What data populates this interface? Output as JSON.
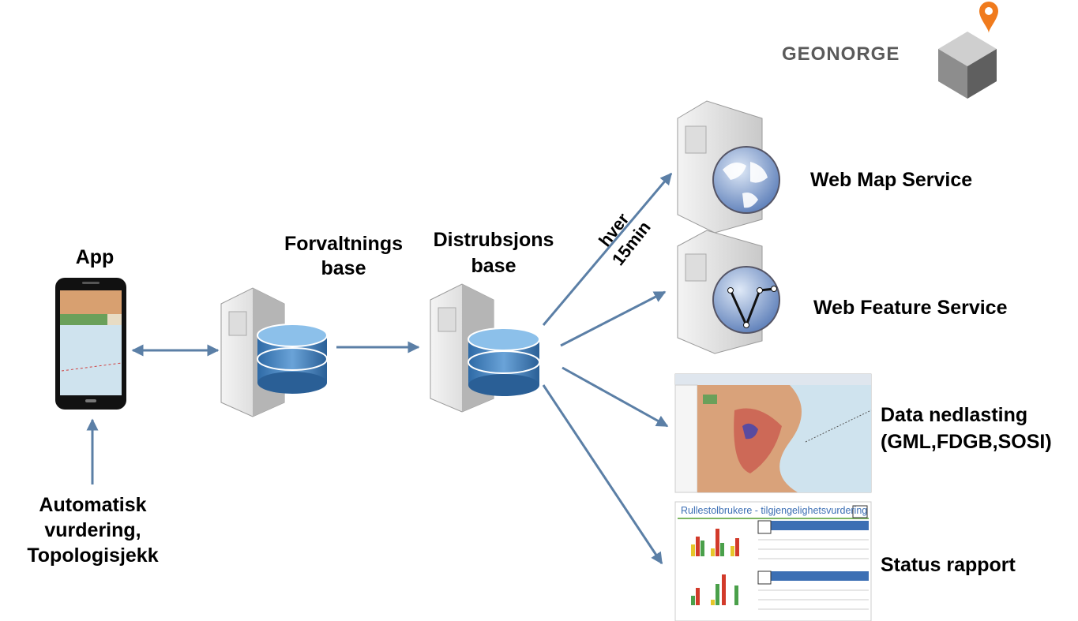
{
  "brand": {
    "name": "GEONORGE"
  },
  "nodes": {
    "app": {
      "title": "App"
    },
    "admin_db": {
      "line1": "Forvaltnings",
      "line2": "base"
    },
    "dist_db": {
      "line1": "Distrubsjons",
      "line2": "base"
    },
    "auto_check": {
      "line1": "Automatisk",
      "line2": "vurdering,",
      "line3": "Topologisjekk"
    }
  },
  "frequency": {
    "line1": "hver",
    "line2": "15min"
  },
  "outputs": {
    "wms": "Web Map Service",
    "wfs": "Web Feature Service",
    "download": {
      "line1": "Data nedlasting",
      "line2": "(GML,FDGB,SOSI)"
    },
    "report": {
      "label": "Status rapport",
      "thumb_title": "Rullestolbrukere - tilgjengelighetsvurdering"
    }
  },
  "colors": {
    "arrow": "#5b7fa6",
    "db": "#3f7fbf",
    "brand_orange": "#f07b1d",
    "brand_grey": "#5a5a5a"
  }
}
